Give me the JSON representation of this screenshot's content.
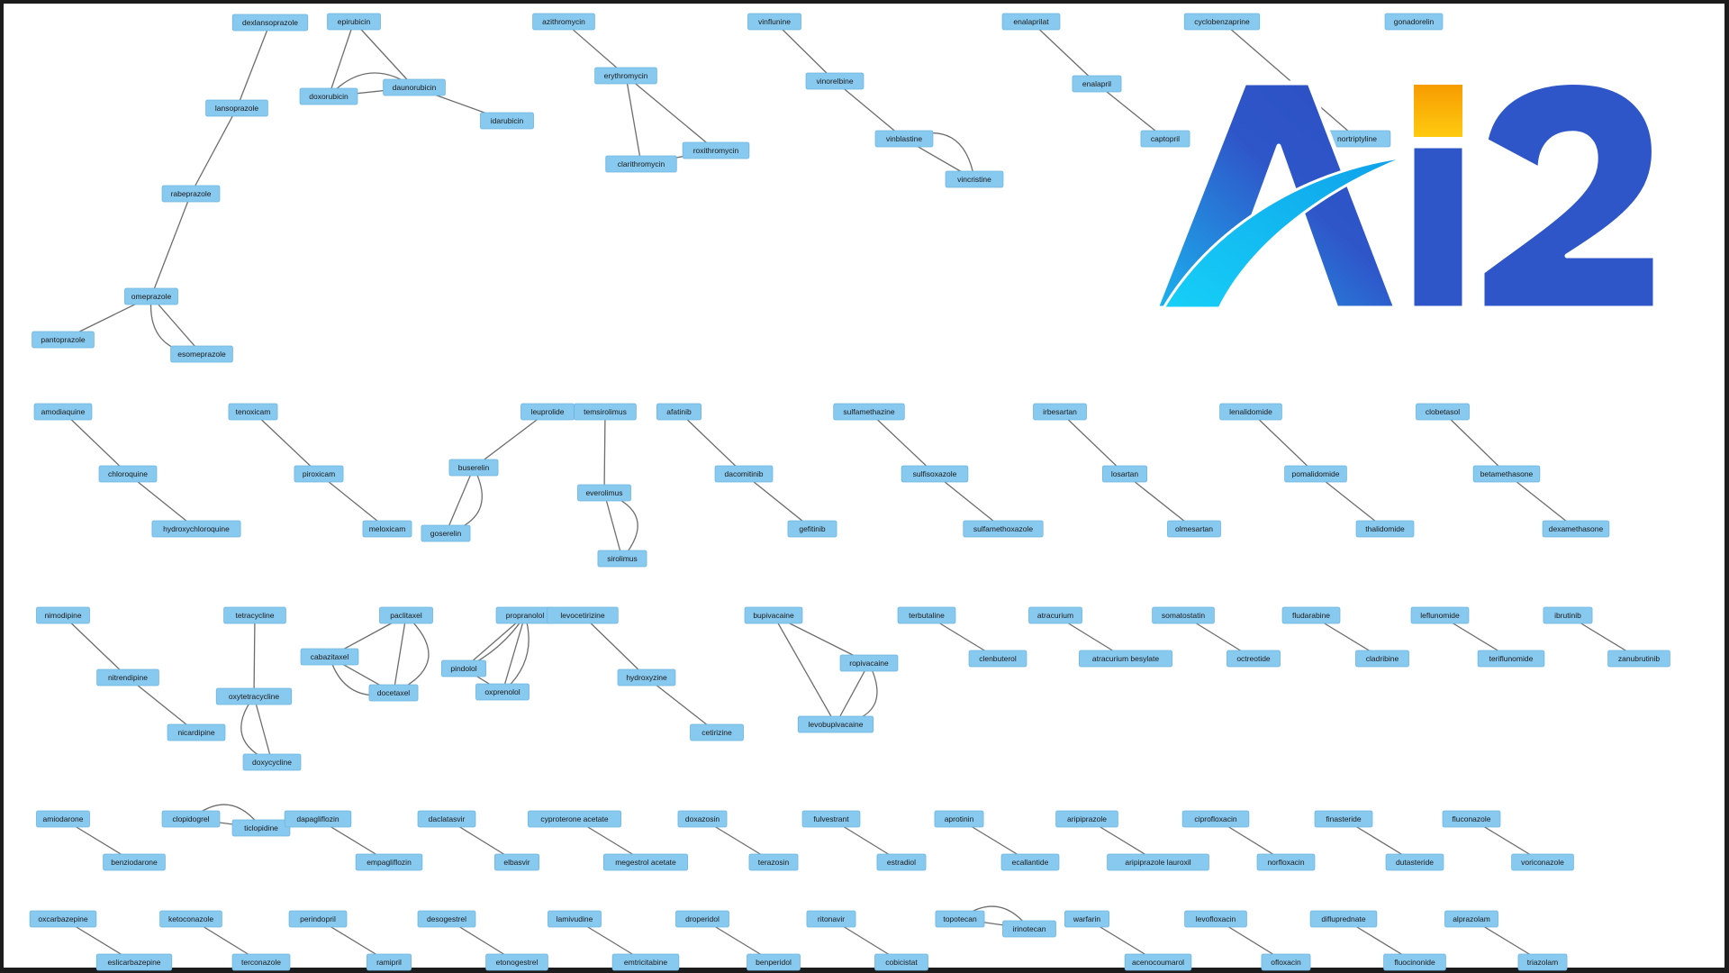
{
  "logo": {
    "letters": [
      "A",
      "i",
      "2"
    ],
    "colors": {
      "blue": "#2f56c9",
      "cyan": "#18c2f2",
      "orange": "#f7a600"
    }
  },
  "colors": {
    "node_fill": "#88c9ef",
    "edge": "#6d6d6d",
    "border": "#1c1c1c"
  },
  "nodes": [
    {
      "id": "dexlansoprazole",
      "label": "dexlansoprazole"
    },
    {
      "id": "lansoprazole",
      "label": "lansoprazole"
    },
    {
      "id": "rabeprazole",
      "label": "rabeprazole"
    },
    {
      "id": "omeprazole",
      "label": "omeprazole"
    },
    {
      "id": "pantoprazole",
      "label": "pantoprazole"
    },
    {
      "id": "esomeprazole",
      "label": "esomeprazole"
    },
    {
      "id": "epirubicin",
      "label": "epirubicin"
    },
    {
      "id": "doxorubicin",
      "label": "doxorubicin"
    },
    {
      "id": "daunorubicin",
      "label": "daunorubicin"
    },
    {
      "id": "idarubicin",
      "label": "idarubicin"
    },
    {
      "id": "azithromycin",
      "label": "azithromycin"
    },
    {
      "id": "erythromycin",
      "label": "erythromycin"
    },
    {
      "id": "clarithromycin",
      "label": "clarithromycin"
    },
    {
      "id": "roxithromycin",
      "label": "roxithromycin"
    },
    {
      "id": "vinflunine",
      "label": "vinflunine"
    },
    {
      "id": "vinorelbine",
      "label": "vinorelbine"
    },
    {
      "id": "vinblastine",
      "label": "vinblastine"
    },
    {
      "id": "vincristine",
      "label": "vincristine"
    },
    {
      "id": "enalaprilat",
      "label": "enalaprilat"
    },
    {
      "id": "enalapril",
      "label": "enalapril"
    },
    {
      "id": "captopril",
      "label": "captopril"
    },
    {
      "id": "cyclobenzaprine",
      "label": "cyclobenzaprine"
    },
    {
      "id": "nortriptyline",
      "label": "nortriptyline"
    },
    {
      "id": "gonadorelin",
      "label": "gonadorelin"
    },
    {
      "id": "amodiaquine",
      "label": "amodiaquine"
    },
    {
      "id": "chloroquine",
      "label": "chloroquine"
    },
    {
      "id": "hydroxychloroquine",
      "label": "hydroxychloroquine"
    },
    {
      "id": "tenoxicam",
      "label": "tenoxicam"
    },
    {
      "id": "piroxicam",
      "label": "piroxicam"
    },
    {
      "id": "meloxicam",
      "label": "meloxicam"
    },
    {
      "id": "leuprolide",
      "label": "leuprolide"
    },
    {
      "id": "buserelin",
      "label": "buserelin"
    },
    {
      "id": "goserelin",
      "label": "goserelin"
    },
    {
      "id": "temsirolimus",
      "label": "temsirolimus"
    },
    {
      "id": "everolimus",
      "label": "everolimus"
    },
    {
      "id": "sirolimus",
      "label": "sirolimus"
    },
    {
      "id": "afatinib",
      "label": "afatinib"
    },
    {
      "id": "dacomitinib",
      "label": "dacomitinib"
    },
    {
      "id": "gefitinib",
      "label": "gefitinib"
    },
    {
      "id": "sulfamethazine",
      "label": "sulfamethazine"
    },
    {
      "id": "sulfisoxazole",
      "label": "sulfisoxazole"
    },
    {
      "id": "sulfamethoxazole",
      "label": "sulfamethoxazole"
    },
    {
      "id": "irbesartan",
      "label": "irbesartan"
    },
    {
      "id": "losartan",
      "label": "losartan"
    },
    {
      "id": "olmesartan",
      "label": "olmesartan"
    },
    {
      "id": "lenalidomide",
      "label": "lenalidomide"
    },
    {
      "id": "pomalidomide",
      "label": "pomalidomide"
    },
    {
      "id": "thalidomide",
      "label": "thalidomide"
    },
    {
      "id": "clobetasol",
      "label": "clobetasol"
    },
    {
      "id": "betamethasone",
      "label": "betamethasone"
    },
    {
      "id": "dexamethasone",
      "label": "dexamethasone"
    },
    {
      "id": "nimodipine",
      "label": "nimodipine"
    },
    {
      "id": "nitrendipine",
      "label": "nitrendipine"
    },
    {
      "id": "nicardipine",
      "label": "nicardipine"
    },
    {
      "id": "tetracycline",
      "label": "tetracycline"
    },
    {
      "id": "oxytetracycline",
      "label": "oxytetracycline"
    },
    {
      "id": "doxycycline",
      "label": "doxycycline"
    },
    {
      "id": "paclitaxel",
      "label": "paclitaxel"
    },
    {
      "id": "cabazitaxel",
      "label": "cabazitaxel"
    },
    {
      "id": "docetaxel",
      "label": "docetaxel"
    },
    {
      "id": "propranolol",
      "label": "propranolol"
    },
    {
      "id": "pindolol",
      "label": "pindolol"
    },
    {
      "id": "oxprenolol",
      "label": "oxprenolol"
    },
    {
      "id": "levocetirizine",
      "label": "levocetirizine"
    },
    {
      "id": "hydroxyzine",
      "label": "hydroxyzine"
    },
    {
      "id": "cetirizine",
      "label": "cetirizine"
    },
    {
      "id": "bupivacaine",
      "label": "bupivacaine"
    },
    {
      "id": "ropivacaine",
      "label": "ropivacaine"
    },
    {
      "id": "levobupivacaine",
      "label": "levobupivacaine"
    },
    {
      "id": "terbutaline",
      "label": "terbutaline"
    },
    {
      "id": "clenbuterol",
      "label": "clenbuterol"
    },
    {
      "id": "atracurium",
      "label": "atracurium"
    },
    {
      "id": "atracurium besylate",
      "label": "atracurium besylate"
    },
    {
      "id": "somatostatin",
      "label": "somatostatin"
    },
    {
      "id": "octreotide",
      "label": "octreotide"
    },
    {
      "id": "fludarabine",
      "label": "fludarabine"
    },
    {
      "id": "cladribine",
      "label": "cladribine"
    },
    {
      "id": "leflunomide",
      "label": "leflunomide"
    },
    {
      "id": "teriflunomide",
      "label": "teriflunomide"
    },
    {
      "id": "ibrutinib",
      "label": "ibrutinib"
    },
    {
      "id": "zanubrutinib",
      "label": "zanubrutinib"
    },
    {
      "id": "amiodarone",
      "label": "amiodarone"
    },
    {
      "id": "benziodarone",
      "label": "benziodarone"
    },
    {
      "id": "clopidogrel",
      "label": "clopidogrel"
    },
    {
      "id": "ticlopidine",
      "label": "ticlopidine"
    },
    {
      "id": "dapagliflozin",
      "label": "dapagliflozin"
    },
    {
      "id": "empagliflozin",
      "label": "empagliflozin"
    },
    {
      "id": "daclatasvir",
      "label": "daclatasvir"
    },
    {
      "id": "elbasvir",
      "label": "elbasvir"
    },
    {
      "id": "cyproterone acetate",
      "label": "cyproterone acetate"
    },
    {
      "id": "megestrol acetate",
      "label": "megestrol acetate"
    },
    {
      "id": "doxazosin",
      "label": "doxazosin"
    },
    {
      "id": "terazosin",
      "label": "terazosin"
    },
    {
      "id": "fulvestrant",
      "label": "fulvestrant"
    },
    {
      "id": "estradiol",
      "label": "estradiol"
    },
    {
      "id": "aprotinin",
      "label": "aprotinin"
    },
    {
      "id": "ecallantide",
      "label": "ecallantide"
    },
    {
      "id": "aripiprazole",
      "label": "aripiprazole"
    },
    {
      "id": "aripiprazole lauroxil",
      "label": "aripiprazole lauroxil"
    },
    {
      "id": "ciprofloxacin",
      "label": "ciprofloxacin"
    },
    {
      "id": "norfloxacin",
      "label": "norfloxacin"
    },
    {
      "id": "finasteride",
      "label": "finasteride"
    },
    {
      "id": "dutasteride",
      "label": "dutasteride"
    },
    {
      "id": "fluconazole",
      "label": "fluconazole"
    },
    {
      "id": "voriconazole",
      "label": "voriconazole"
    },
    {
      "id": "oxcarbazepine",
      "label": "oxcarbazepine"
    },
    {
      "id": "eslicarbazepine",
      "label": "eslicarbazepine"
    },
    {
      "id": "ketoconazole",
      "label": "ketoconazole"
    },
    {
      "id": "terconazole",
      "label": "terconazole"
    },
    {
      "id": "perindopril",
      "label": "perindopril"
    },
    {
      "id": "ramipril",
      "label": "ramipril"
    },
    {
      "id": "desogestrel",
      "label": "desogestrel"
    },
    {
      "id": "etonogestrel",
      "label": "etonogestrel"
    },
    {
      "id": "lamivudine",
      "label": "lamivudine"
    },
    {
      "id": "emtricitabine",
      "label": "emtricitabine"
    },
    {
      "id": "droperidol",
      "label": "droperidol"
    },
    {
      "id": "benperidol",
      "label": "benperidol"
    },
    {
      "id": "ritonavir",
      "label": "ritonavir"
    },
    {
      "id": "cobicistat",
      "label": "cobicistat"
    },
    {
      "id": "topotecan",
      "label": "topotecan"
    },
    {
      "id": "irinotecan",
      "label": "irinotecan"
    },
    {
      "id": "warfarin",
      "label": "warfarin"
    },
    {
      "id": "acenocoumarol",
      "label": "acenocoumarol"
    },
    {
      "id": "levofloxacin",
      "label": "levofloxacin"
    },
    {
      "id": "ofloxacin",
      "label": "ofloxacin"
    },
    {
      "id": "difluprednate",
      "label": "difluprednate"
    },
    {
      "id": "fluocinonide",
      "label": "fluocinonide"
    },
    {
      "id": "alprazolam",
      "label": "alprazolam"
    },
    {
      "id": "triazolam",
      "label": "triazolam"
    }
  ],
  "edges": [
    [
      "dexlansoprazole",
      "lansoprazole"
    ],
    [
      "lansoprazole",
      "rabeprazole"
    ],
    [
      "rabeprazole",
      "omeprazole"
    ],
    [
      "omeprazole",
      "pantoprazole"
    ],
    [
      "omeprazole",
      "esomeprazole"
    ],
    [
      "epirubicin",
      "doxorubicin"
    ],
    [
      "epirubicin",
      "daunorubicin"
    ],
    [
      "doxorubicin",
      "daunorubicin"
    ],
    [
      "daunorubicin",
      "idarubicin"
    ],
    [
      "azithromycin",
      "erythromycin"
    ],
    [
      "erythromycin",
      "clarithromycin"
    ],
    [
      "erythromycin",
      "roxithromycin"
    ],
    [
      "clarithromycin",
      "roxithromycin"
    ],
    [
      "vinflunine",
      "vinorelbine"
    ],
    [
      "vinorelbine",
      "vinblastine"
    ],
    [
      "vinblastine",
      "vincristine"
    ],
    [
      "enalaprilat",
      "enalapril"
    ],
    [
      "enalapril",
      "captopril"
    ],
    [
      "cyclobenzaprine",
      "nortriptyline"
    ],
    [
      "amodiaquine",
      "chloroquine"
    ],
    [
      "chloroquine",
      "hydroxychloroquine"
    ],
    [
      "tenoxicam",
      "piroxicam"
    ],
    [
      "piroxicam",
      "meloxicam"
    ],
    [
      "leuprolide",
      "buserelin"
    ],
    [
      "buserelin",
      "goserelin"
    ],
    [
      "temsirolimus",
      "everolimus"
    ],
    [
      "everolimus",
      "sirolimus"
    ],
    [
      "afatinib",
      "dacomitinib"
    ],
    [
      "dacomitinib",
      "gefitinib"
    ],
    [
      "sulfamethazine",
      "sulfisoxazole"
    ],
    [
      "sulfisoxazole",
      "sulfamethoxazole"
    ],
    [
      "irbesartan",
      "losartan"
    ],
    [
      "losartan",
      "olmesartan"
    ],
    [
      "lenalidomide",
      "pomalidomide"
    ],
    [
      "pomalidomide",
      "thalidomide"
    ],
    [
      "clobetasol",
      "betamethasone"
    ],
    [
      "betamethasone",
      "dexamethasone"
    ],
    [
      "nimodipine",
      "nitrendipine"
    ],
    [
      "nitrendipine",
      "nicardipine"
    ],
    [
      "tetracycline",
      "oxytetracycline"
    ],
    [
      "oxytetracycline",
      "doxycycline"
    ],
    [
      "paclitaxel",
      "cabazitaxel"
    ],
    [
      "paclitaxel",
      "docetaxel"
    ],
    [
      "cabazitaxel",
      "docetaxel"
    ],
    [
      "propranolol",
      "pindolol"
    ],
    [
      "propranolol",
      "oxprenolol"
    ],
    [
      "pindolol",
      "oxprenolol"
    ],
    [
      "levocetirizine",
      "hydroxyzine"
    ],
    [
      "hydroxyzine",
      "cetirizine"
    ],
    [
      "bupivacaine",
      "ropivacaine"
    ],
    [
      "bupivacaine",
      "levobupivacaine"
    ],
    [
      "ropivacaine",
      "levobupivacaine"
    ],
    [
      "terbutaline",
      "clenbuterol"
    ],
    [
      "atracurium",
      "atracurium besylate"
    ],
    [
      "somatostatin",
      "octreotide"
    ],
    [
      "fludarabine",
      "cladribine"
    ],
    [
      "leflunomide",
      "teriflunomide"
    ],
    [
      "ibrutinib",
      "zanubrutinib"
    ],
    [
      "amiodarone",
      "benziodarone"
    ],
    [
      "clopidogrel",
      "ticlopidine"
    ],
    [
      "dapagliflozin",
      "empagliflozin"
    ],
    [
      "daclatasvir",
      "elbasvir"
    ],
    [
      "cyproterone acetate",
      "megestrol acetate"
    ],
    [
      "doxazosin",
      "terazosin"
    ],
    [
      "fulvestrant",
      "estradiol"
    ],
    [
      "aprotinin",
      "ecallantide"
    ],
    [
      "aripiprazole",
      "aripiprazole lauroxil"
    ],
    [
      "ciprofloxacin",
      "norfloxacin"
    ],
    [
      "finasteride",
      "dutasteride"
    ],
    [
      "fluconazole",
      "voriconazole"
    ],
    [
      "oxcarbazepine",
      "eslicarbazepine"
    ],
    [
      "ketoconazole",
      "terconazole"
    ],
    [
      "perindopril",
      "ramipril"
    ],
    [
      "desogestrel",
      "etonogestrel"
    ],
    [
      "lamivudine",
      "emtricitabine"
    ],
    [
      "droperidol",
      "benperidol"
    ],
    [
      "ritonavir",
      "cobicistat"
    ],
    [
      "topotecan",
      "irinotecan"
    ],
    [
      "warfarin",
      "acenocoumarol"
    ],
    [
      "levofloxacin",
      "ofloxacin"
    ],
    [
      "difluprednate",
      "fluocinonide"
    ],
    [
      "alprazolam",
      "triazolam"
    ]
  ]
}
